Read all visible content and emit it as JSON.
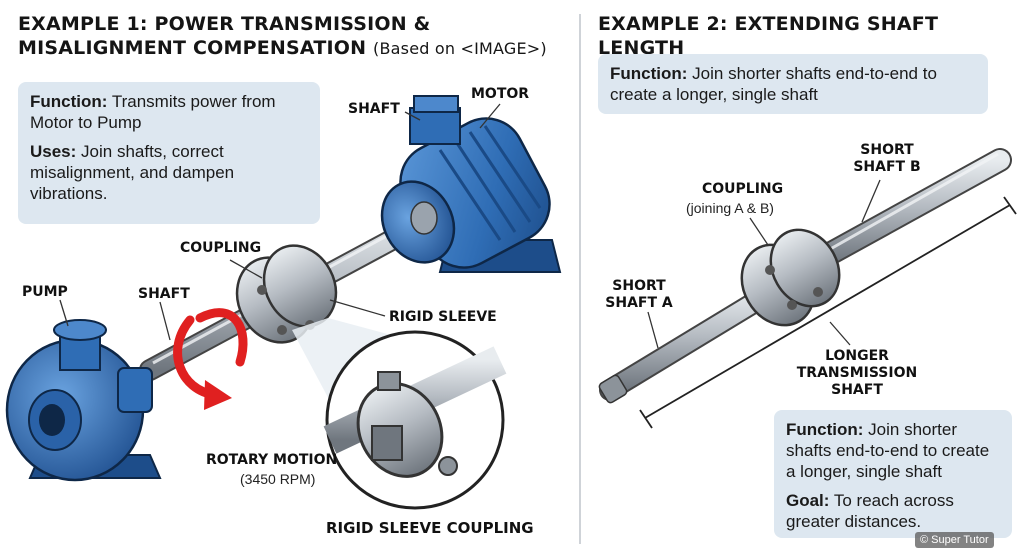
{
  "example1": {
    "title_line1": "EXAMPLE 1: POWER TRANSMISSION &",
    "title_line2": "MISALIGNMENT COMPENSATION",
    "title_suffix": "(Based on <IMAGE>)",
    "info": {
      "function_label": "Function:",
      "function_text": "Transmits power from Motor to Pump",
      "uses_label": "Uses:",
      "uses_text": "Join shafts, correct misalignment, and dampen vibrations."
    },
    "labels": {
      "shaft_top": "SHAFT",
      "motor": "MOTOR",
      "coupling": "COUPLING",
      "pump": "PUMP",
      "shaft_left": "SHAFT",
      "rigid_sleeve": "RIGID SLEEVE",
      "rotary_motion": "ROTARY MOTION",
      "rpm": "(3450 RPM)",
      "rigid_sleeve_coupling": "RIGID SLEEVE COUPLING"
    }
  },
  "example2": {
    "title": "EXAMPLE 2: EXTENDING SHAFT LENGTH",
    "info_top": {
      "function_label": "Function:",
      "function_text": "Join shorter shafts end-to-end to create a longer, single shaft"
    },
    "labels": {
      "short_shaft_b": "SHORT SHAFT B",
      "coupling": "COUPLING",
      "joining": "(joining A & B)",
      "short_shaft_a": "SHORT SHAFT A",
      "longer_shaft": "LONGER TRANSMISSION SHAFT"
    },
    "info_bottom": {
      "function_label": "Function:",
      "function_text": "Join shorter shafts end-to-end to create a longer, single shaft",
      "goal_label": "Goal:",
      "goal_text": "To reach across greater distances."
    }
  },
  "watermark": "© Super Tutor",
  "colors": {
    "panel": "#dde7f0",
    "machine_blue": "#2f6db5",
    "steel": "#a9b0b8",
    "arrow_red": "#e02020"
  }
}
